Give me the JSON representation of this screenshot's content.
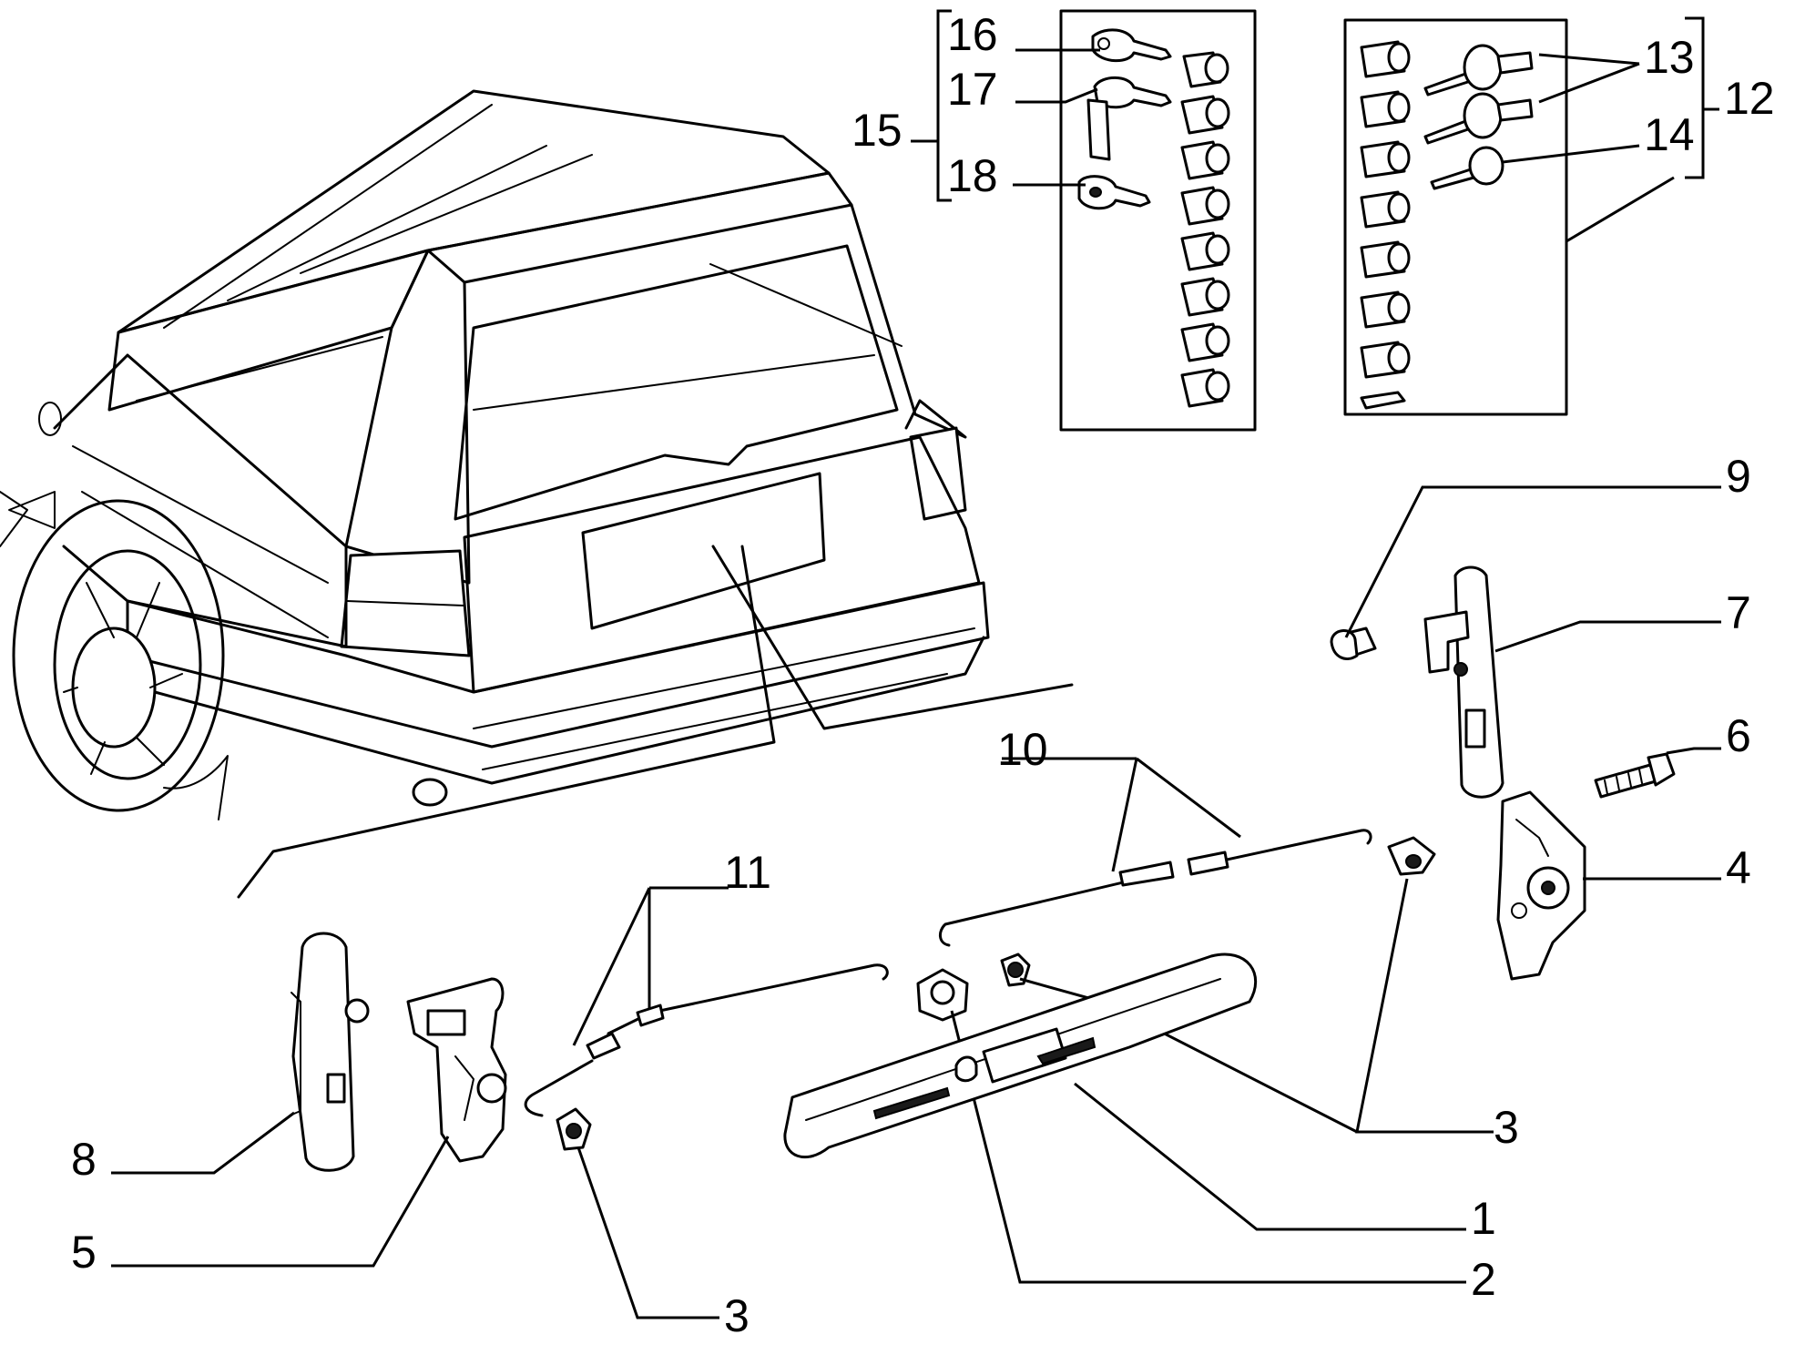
{
  "labels": {
    "l1": "1",
    "l2": "2",
    "l3a": "3",
    "l3b": "3",
    "l4": "4",
    "l5": "5",
    "l6": "6",
    "l7": "7",
    "l8": "8",
    "l9": "9",
    "l10": "10",
    "l11": "11",
    "l12": "12",
    "l13": "13",
    "l14": "14",
    "l15": "15",
    "l16": "16",
    "l17": "17",
    "l18": "18"
  }
}
